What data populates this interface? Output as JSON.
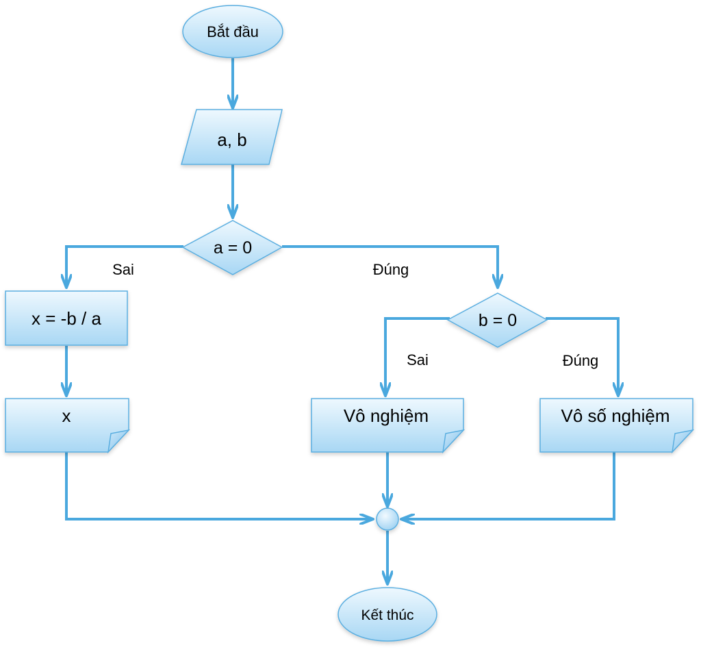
{
  "nodes": {
    "start": "Bắt đầu",
    "input": "a, b",
    "decision_a": "a = 0",
    "compute": "x = -b / a",
    "output_x": "x",
    "decision_b": "b = 0",
    "no_solution": "Vô nghiệm",
    "infinite_solutions": "Vô số nghiệm",
    "end": "Kết thúc"
  },
  "edge_labels": {
    "a_false": "Sai",
    "a_true": "Đúng",
    "b_false": "Sai",
    "b_true": "Đúng"
  },
  "colors": {
    "line": "#4aa8de",
    "fill_light": "#e8f5fd",
    "fill_dark": "#a9d8f5",
    "border": "#5aaee0"
  }
}
